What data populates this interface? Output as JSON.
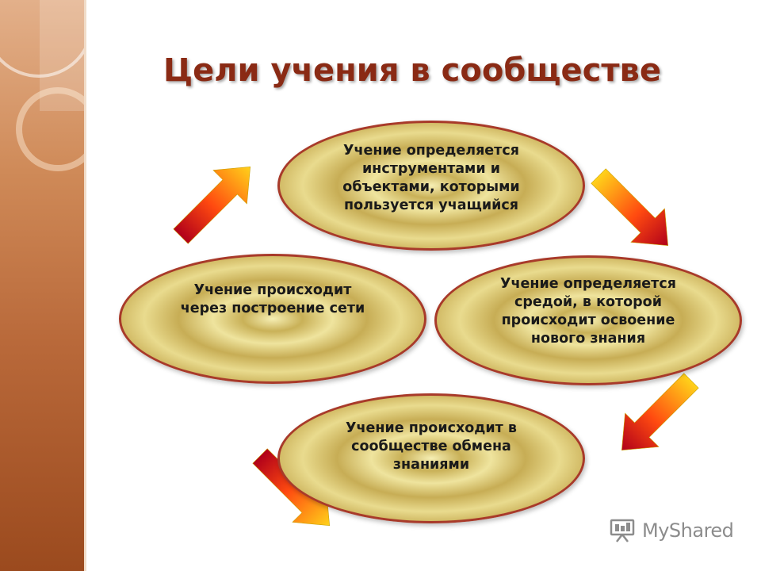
{
  "title": "Цели учения в сообществе",
  "nodes": {
    "top": "Учение определяется инструментами и объектами, которыми пользуется учащийся",
    "right": "Учение определяется средой, в которой происходит освоение нового знания",
    "bottom": "Учение происходит в сообществе обмена знаниями",
    "left": "Учение происходит через построение сети"
  },
  "colors": {
    "title": "#8a2a14",
    "node_border": "#a83a2a",
    "node_fill": "#e9db8e",
    "arrow_start": "#ffd21a",
    "arrow_end": "#b0001a"
  },
  "logo": {
    "text": "MyShared",
    "icon": "presentation-board-icon"
  }
}
